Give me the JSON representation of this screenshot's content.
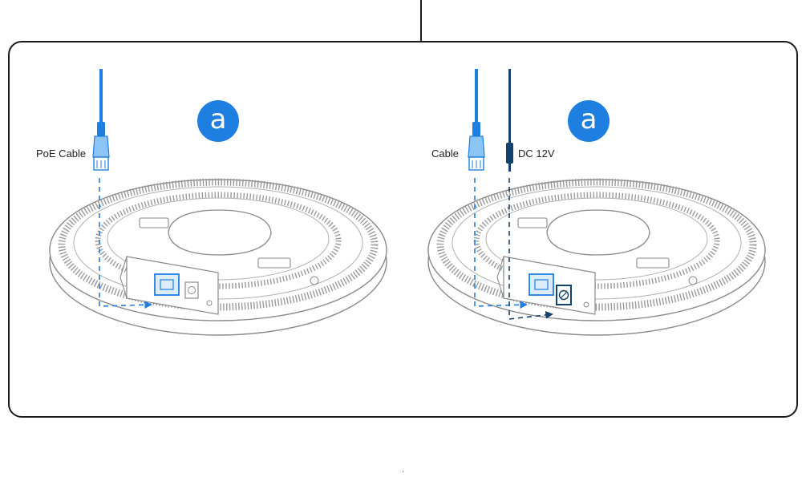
{
  "colors": {
    "frame": "#1a1a1a",
    "accent_blue": "#1f7fe0",
    "dark_blue": "#14406b",
    "device_stroke": "#8a8a8a",
    "badge": "#1f7fe0"
  },
  "panel_left": {
    "badge_letter": "a",
    "cable_label": "PoE Cable"
  },
  "panel_right": {
    "badge_letter": "a",
    "cable_label": "Cable",
    "power_label": "DC 12V"
  },
  "footer_mark": "·"
}
